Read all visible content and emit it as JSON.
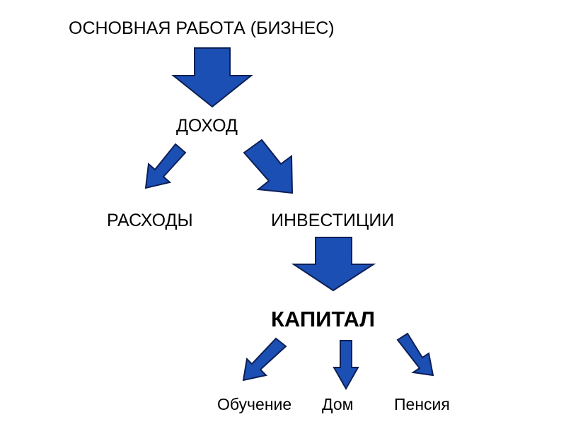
{
  "nodes": {
    "business": "ОСНОВНАЯ РАБОТА (БИЗНЕС)",
    "income": "ДОХОД",
    "expenses": "РАСХОДЫ",
    "investments": "ИНВЕСТИЦИИ",
    "capital": "КАПИТАЛ",
    "education": "Обучение",
    "home": "Дом",
    "pension": "Пенсия"
  },
  "edges": [
    {
      "from": "business",
      "to": "income"
    },
    {
      "from": "income",
      "to": "expenses"
    },
    {
      "from": "income",
      "to": "investments"
    },
    {
      "from": "investments",
      "to": "capital"
    },
    {
      "from": "capital",
      "to": "education"
    },
    {
      "from": "capital",
      "to": "home"
    },
    {
      "from": "capital",
      "to": "pension"
    }
  ],
  "colors": {
    "arrow_fill": "#1b4fb4",
    "arrow_outline": "#0d1f55"
  }
}
